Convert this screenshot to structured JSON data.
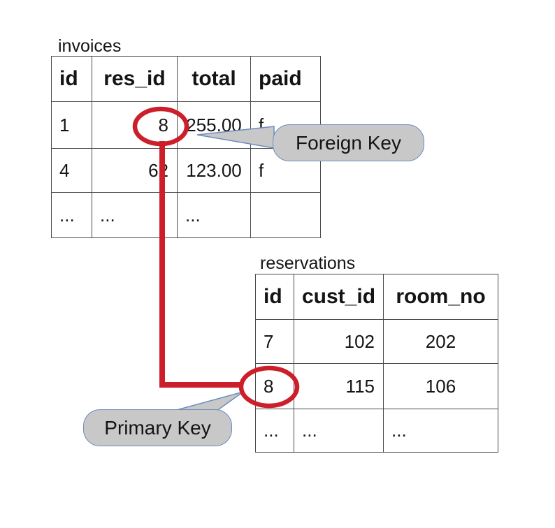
{
  "tables": {
    "invoices": {
      "title": "invoices",
      "headers": [
        "id",
        "res_id",
        "total",
        "paid"
      ],
      "rows": [
        [
          "1",
          "8",
          "255.00",
          "f"
        ],
        [
          "4",
          "62",
          "123.00",
          "f"
        ],
        [
          "...",
          "...",
          "...",
          ""
        ]
      ]
    },
    "reservations": {
      "title": "reservations",
      "headers": [
        "id",
        "cust_id",
        "room_no"
      ],
      "rows": [
        [
          "7",
          "102",
          "202"
        ],
        [
          "8",
          "115",
          "106"
        ],
        [
          "...",
          "...",
          "..."
        ]
      ]
    }
  },
  "callouts": {
    "foreign_key_label": "Foreign Key",
    "primary_key_label": "Primary Key"
  },
  "colors": {
    "connector_red": "#cd1f2a",
    "callout_fill": "#c8c8c8",
    "callout_border": "#6c8cbe",
    "table_border": "#4a4a4a",
    "text": "#141414",
    "background": "#ffffff"
  }
}
